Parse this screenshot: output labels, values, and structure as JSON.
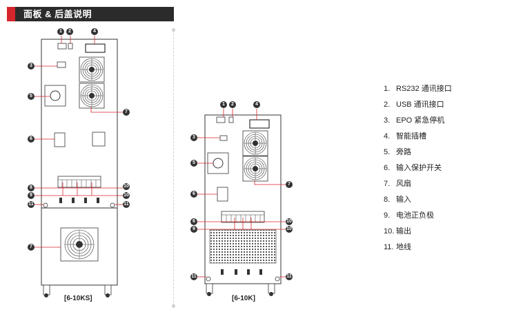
{
  "header": {
    "title": "面板 & 后盖说明"
  },
  "units": [
    {
      "caption": "[6-10KS]"
    },
    {
      "caption": "[6-10K]"
    }
  ],
  "callouts": [
    "1",
    "2",
    "3",
    "4",
    "5",
    "6",
    "7",
    "8",
    "9",
    "10",
    "11"
  ],
  "legend": [
    {
      "num": "1.",
      "text": "RS232 通讯接口"
    },
    {
      "num": "2.",
      "text": "USB 通讯接口"
    },
    {
      "num": "3.",
      "text": "EPO 紧急停机"
    },
    {
      "num": "4.",
      "text": "智能插槽"
    },
    {
      "num": "5.",
      "text": "旁路"
    },
    {
      "num": "6.",
      "text": "输入保护开关"
    },
    {
      "num": "7.",
      "text": "风扇"
    },
    {
      "num": "8.",
      "text": "输入"
    },
    {
      "num": "9.",
      "text": "电池正负极"
    },
    {
      "num": "10.",
      "text": "输出"
    },
    {
      "num": "11.",
      "text": "地线"
    }
  ],
  "colors": {
    "accent": "#d7252c",
    "title_bg": "#2b2b2b",
    "leader": "#d7252c",
    "badge": "#333333"
  }
}
